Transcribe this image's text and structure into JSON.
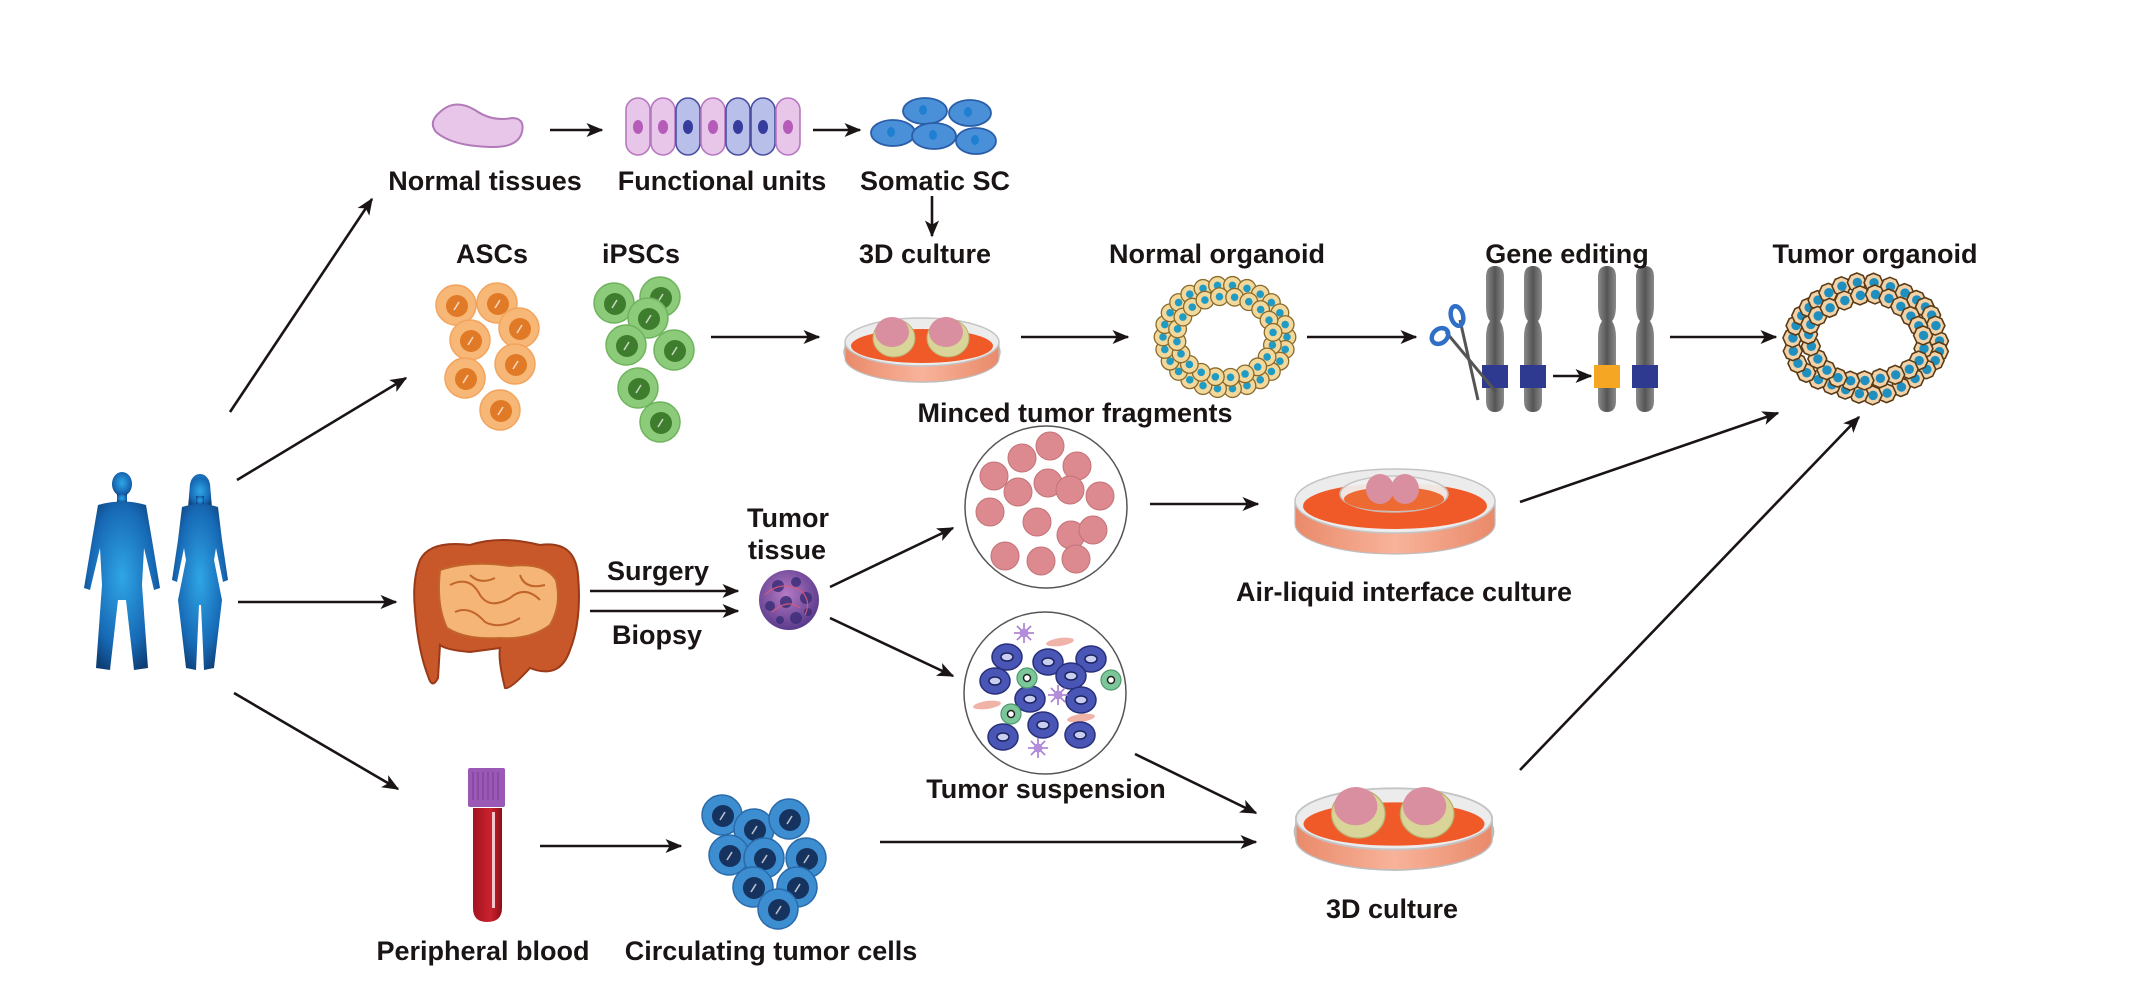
{
  "title": "Sources and construction of tumor organoids",
  "nodes": {
    "normal_tissues": "Normal tissues",
    "functional_units": "Functional units",
    "somatic_sc": "Somatic SC",
    "culture_3d_top": "3D culture",
    "ascs": "ASCs",
    "ipscs": "iPSCs",
    "normal_organoid": "Normal organoid",
    "gene_editing": "Gene editing",
    "tumor_organoid": "Tumor organoid",
    "minced_tumor_fragments": "Minced tumor fragments",
    "tumor_tissue_line1": "Tumor",
    "tumor_tissue_line2": "tissue",
    "surgery": "Surgery",
    "biopsy": "Biopsy",
    "air_liquid_interface_culture": "Air-liquid interface culture",
    "tumor_suspension": "Tumor suspension",
    "culture_3d_bottom": "3D culture",
    "peripheral_blood": "Peripheral blood",
    "circulating_tumor_cells": "Circulating tumor cells"
  },
  "icons": {
    "human_body": "human-figures-icon",
    "normal_tissue": "tissue-blob-icon",
    "functional_units": "epithelial-cells-icon",
    "somatic_sc": "stem-cells-icon",
    "ascs": "orange-cells-icon",
    "ipscs": "green-cells-icon",
    "culture_dish": "petri-dish-icon",
    "organoid": "organoid-ring-icon",
    "chromosome": "chromosome-icon",
    "scissors": "scissors-icon",
    "colon": "colon-icon",
    "tumor_tissue": "tumor-ball-icon",
    "blood_tube": "blood-tube-icon",
    "ctc": "blue-cells-icon"
  },
  "colors": {
    "text": "#1a1414",
    "arrow": "#1a1414",
    "medium": "#f05a28",
    "dish_side": "#f3977a",
    "organoid_pink": "#d98fa0",
    "organoid_halo": "#d8d49a",
    "gene_band_normal": "#2e3a8f",
    "gene_band_edited": "#f5a623",
    "chromosome": "#5e5e5e"
  },
  "edges": [
    {
      "from": "Human body",
      "to": "Normal tissues"
    },
    {
      "from": "Human body",
      "to": "ASCs"
    },
    {
      "from": "Human body",
      "to": "Colon"
    },
    {
      "from": "Human body",
      "to": "Peripheral blood"
    },
    {
      "from": "Normal tissues",
      "to": "Functional units"
    },
    {
      "from": "Functional units",
      "to": "Somatic SC"
    },
    {
      "from": "Somatic SC",
      "to": "3D culture"
    },
    {
      "from": "iPSCs",
      "to": "3D culture"
    },
    {
      "from": "3D culture",
      "to": "Normal organoid"
    },
    {
      "from": "Normal organoid",
      "to": "Gene editing"
    },
    {
      "from": "Gene editing",
      "to": "Tumor organoid"
    },
    {
      "from": "Colon",
      "to": "Tumor tissue",
      "label": "Surgery"
    },
    {
      "from": "Colon",
      "to": "Tumor tissue",
      "label": "Biopsy"
    },
    {
      "from": "Tumor tissue",
      "to": "Minced tumor fragments"
    },
    {
      "from": "Tumor tissue",
      "to": "Tumor suspension"
    },
    {
      "from": "Minced tumor fragments",
      "to": "Air-liquid interface culture"
    },
    {
      "from": "Air-liquid interface culture",
      "to": "Tumor organoid"
    },
    {
      "from": "Tumor suspension",
      "to": "3D culture"
    },
    {
      "from": "Peripheral blood",
      "to": "Circulating tumor cells"
    },
    {
      "from": "Circulating tumor cells",
      "to": "3D culture"
    },
    {
      "from": "3D culture",
      "to": "Tumor organoid"
    }
  ]
}
